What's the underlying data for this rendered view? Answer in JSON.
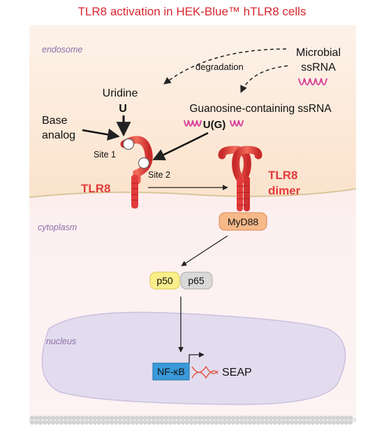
{
  "title": "TLR8 activation in HEK-Blue™ hTLR8 cells",
  "compartments": {
    "endosome": "endosome",
    "cytoplasm": "cytoplasm",
    "nucleus": "nucleus"
  },
  "labels": {
    "microbial_line1": "Microbial",
    "microbial_line2": "ssRNA",
    "degradation": "degradation",
    "uridine_name": "Uridine",
    "uridine_symbol": "U",
    "guanosine_ssrna": "Guanosine-containing ssRNA",
    "ug_symbol": "U(G)",
    "base_line1": "Base",
    "base_line2": "analog",
    "site1": "Site 1",
    "site2": "Site 2",
    "tlr8": "TLR8",
    "tlr8_dimer_line1": "TLR8",
    "tlr8_dimer_line2": "dimer",
    "myd88": "MyD88",
    "p50": "p50",
    "p65": "p65",
    "nfkb": "NF-κB",
    "seap": "SEAP"
  },
  "colors": {
    "title_red": "#d9262e",
    "receptor_red": "#e23b3b",
    "rna_magenta": "#d8439a",
    "compartment_text": "#8a6fa8",
    "myd88_fill": "#f7b98a",
    "p50_fill": "#fbef8c",
    "p65_fill": "#d9d9d9",
    "nfkb_fill": "#3a9ad9"
  }
}
